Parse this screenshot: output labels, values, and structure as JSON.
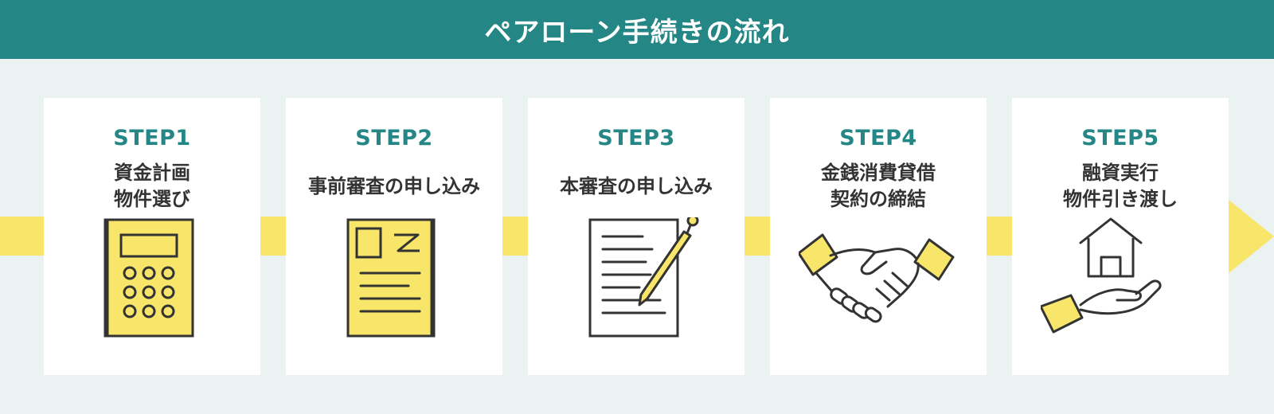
{
  "title": "ペアローン手続きの流れ",
  "colors": {
    "header": "#248786",
    "background": "#eaf3f2",
    "accent": "#f8e66a",
    "step_label": "#248786",
    "text": "#333333"
  },
  "steps": [
    {
      "label": "STEP1",
      "lines": [
        "資金計画",
        "物件選び"
      ],
      "icon": "calculator-icon"
    },
    {
      "label": "STEP2",
      "lines": [
        "事前審査の申し込み"
      ],
      "icon": "application-form-icon"
    },
    {
      "label": "STEP3",
      "lines": [
        "本審査の申し込み"
      ],
      "icon": "document-pen-icon"
    },
    {
      "label": "STEP4",
      "lines": [
        "金銭消費貸借",
        "契約の締結"
      ],
      "icon": "handshake-icon"
    },
    {
      "label": "STEP5",
      "lines": [
        "融資実行",
        "物件引き渡し"
      ],
      "icon": "house-in-hand-icon"
    }
  ]
}
